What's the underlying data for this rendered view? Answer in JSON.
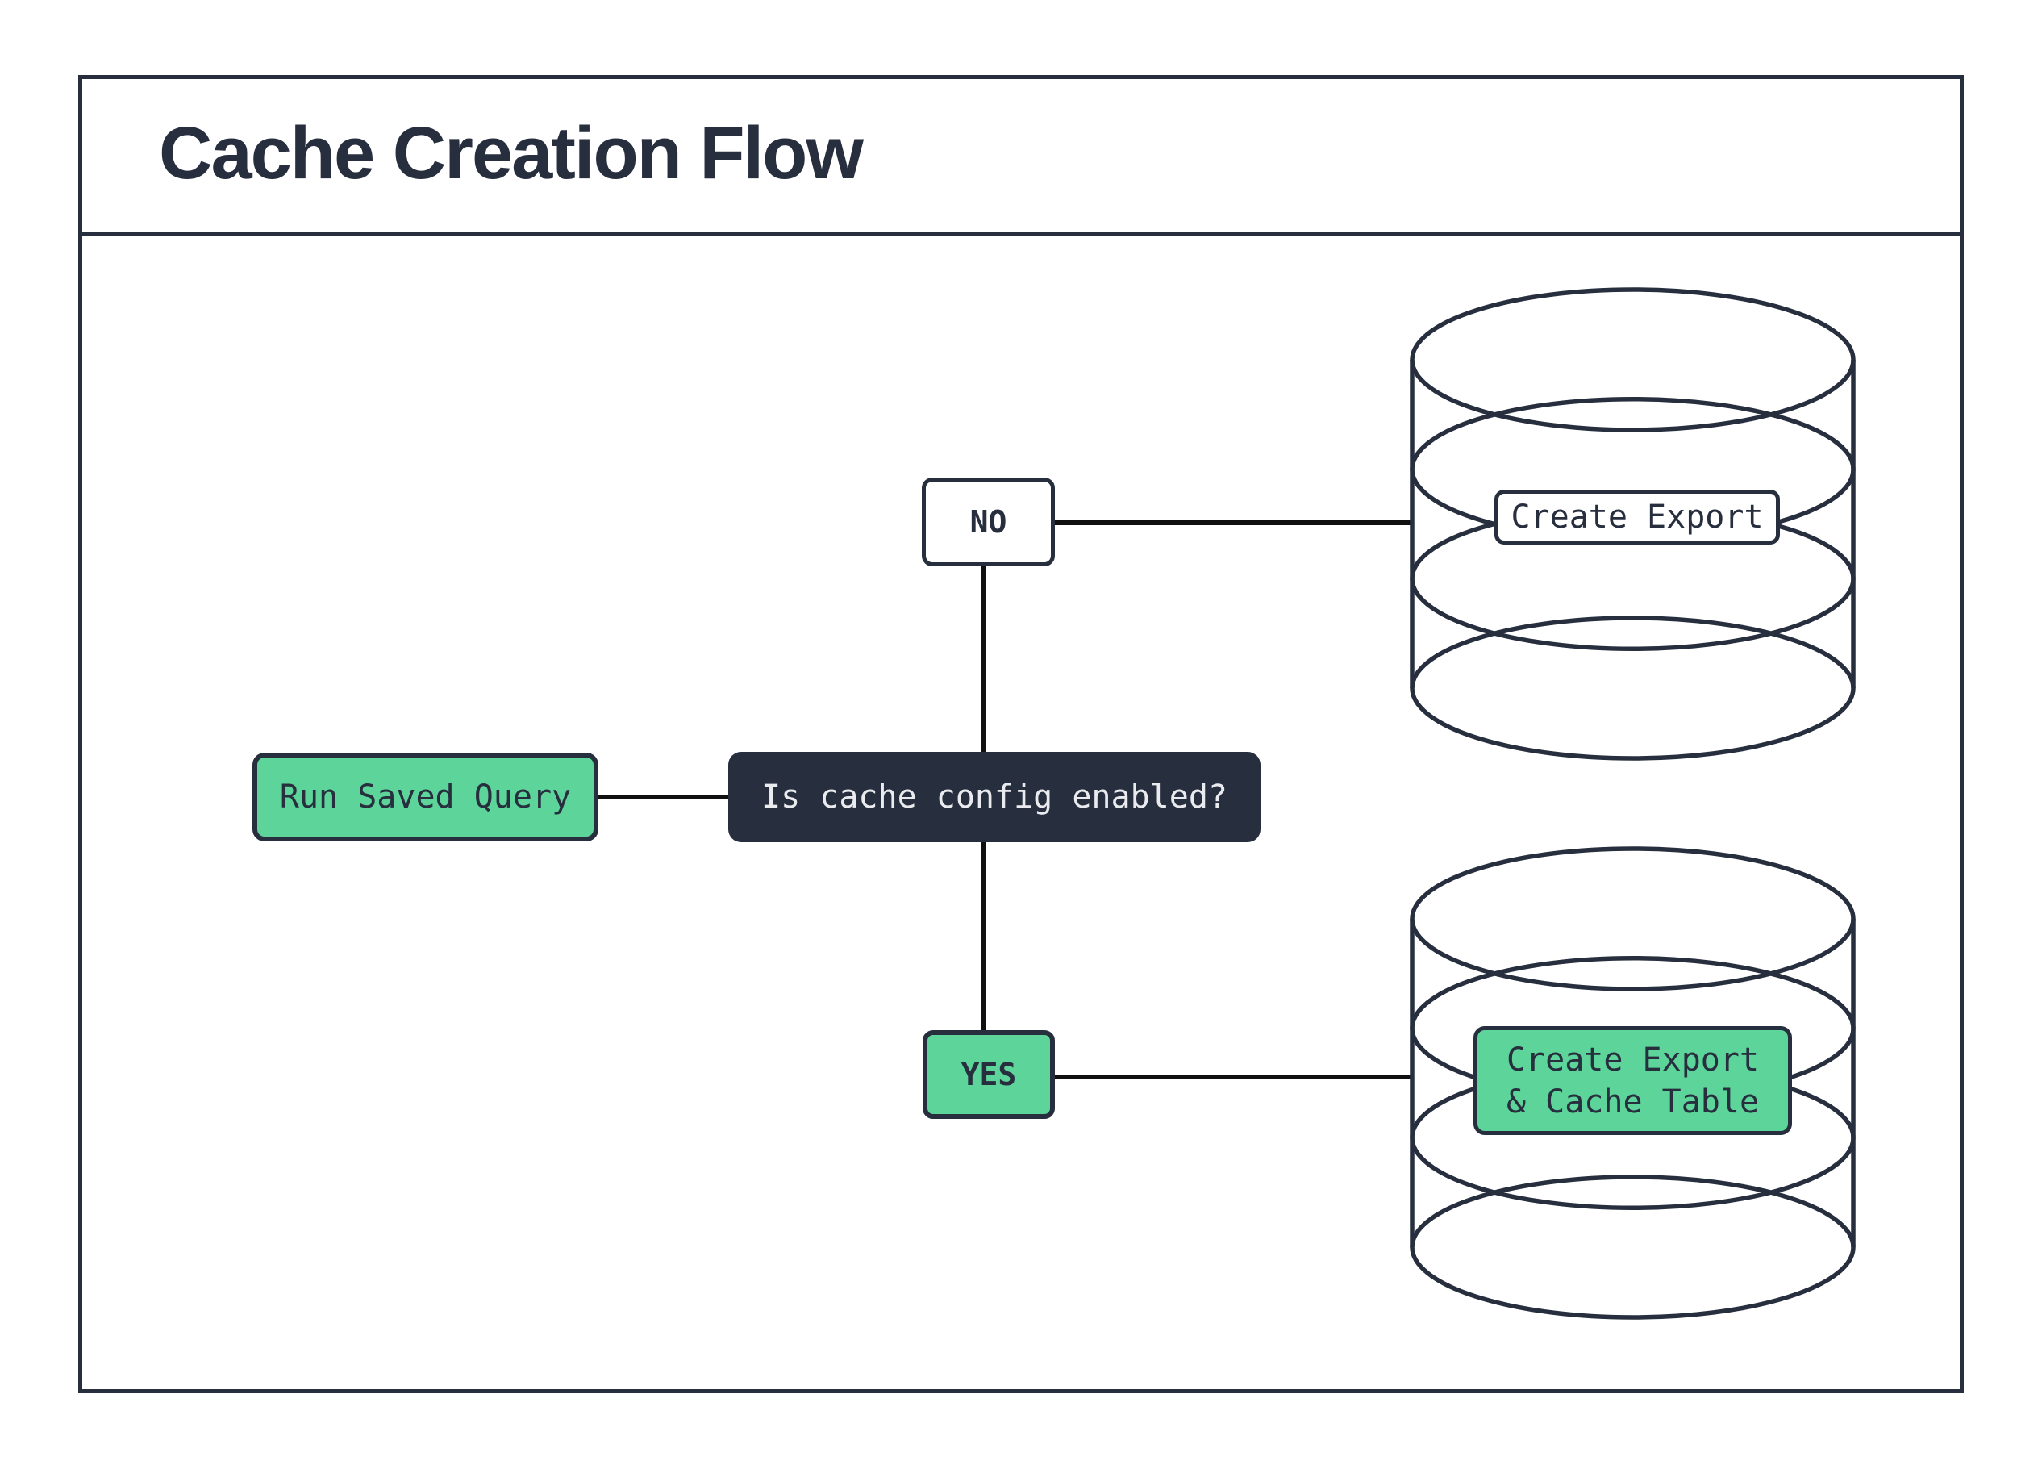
{
  "title": "Cache Creation Flow",
  "flow": {
    "start": {
      "label": "Run Saved Query"
    },
    "decision": {
      "label": "Is cache config enabled?"
    },
    "branches": {
      "no": {
        "label": "NO",
        "result": {
          "label": "Create Export"
        }
      },
      "yes": {
        "label": "YES",
        "result": {
          "line1": "Create Export",
          "line2": "& Cache Table"
        }
      }
    }
  },
  "icons": {
    "no_result": "database-cylinder-icon",
    "yes_result": "database-cylinder-icon"
  },
  "colors": {
    "accent_green": "#5dd49a",
    "ink_navy": "#272e3e",
    "connector_black": "#101010",
    "decision_text_light": "#e9ebee",
    "background": "#ffffff"
  }
}
